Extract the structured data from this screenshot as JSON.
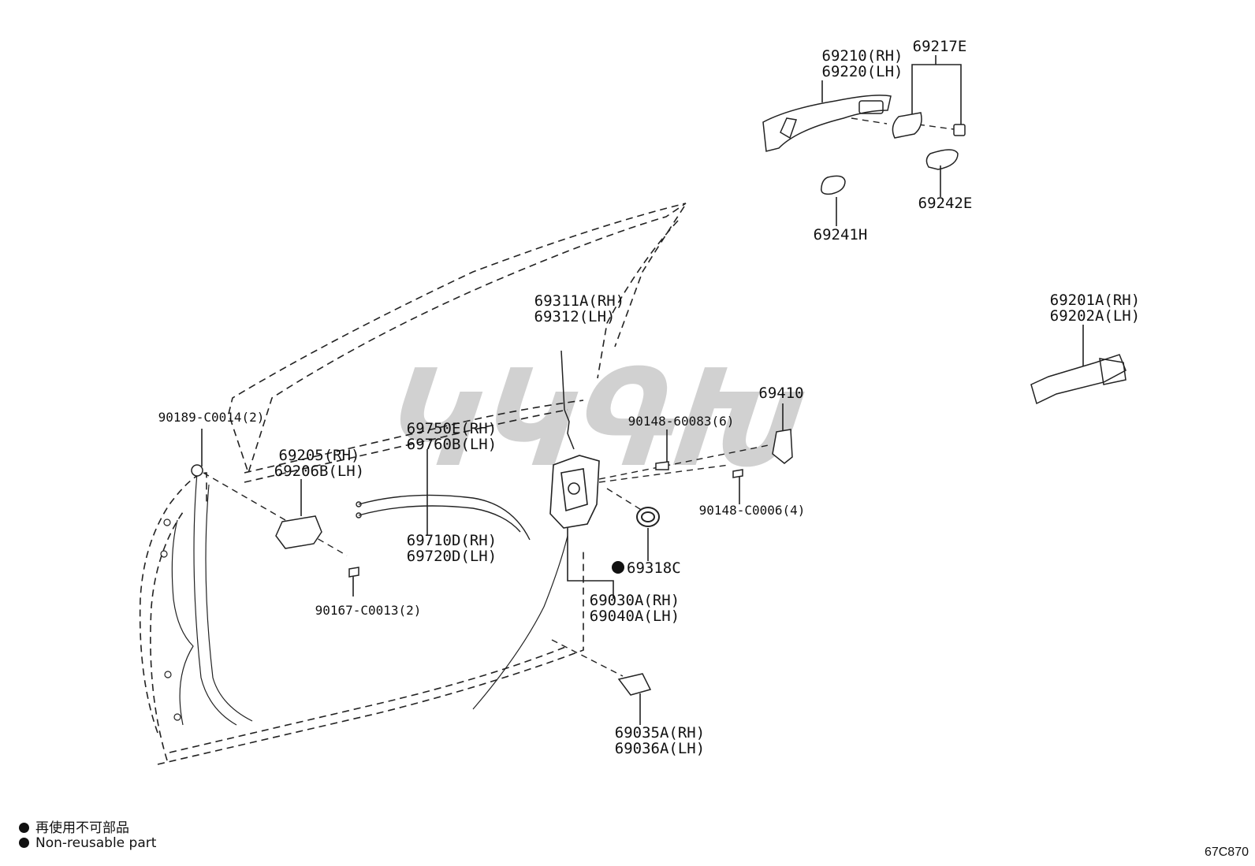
{
  "diagram": {
    "code": "67C870",
    "watermark": "ԿԿԳԽ",
    "legend": [
      {
        "symbol": "filled-circle",
        "text": "再使用不可部品"
      },
      {
        "symbol": "filled-circle",
        "text": "Non-reusable part"
      }
    ],
    "parts": [
      {
        "id": "69210-69220",
        "lines": [
          "69210(RH)",
          "69220(LH)"
        ]
      },
      {
        "id": "69217E",
        "lines": [
          "69217E"
        ]
      },
      {
        "id": "69242E",
        "lines": [
          "69242E"
        ]
      },
      {
        "id": "69241H",
        "lines": [
          "69241H"
        ]
      },
      {
        "id": "69311A-69312",
        "lines": [
          "69311A(RH)",
          "69312(LH)"
        ]
      },
      {
        "id": "69201A-69202A",
        "lines": [
          "69201A(RH)",
          "69202A(LH)"
        ]
      },
      {
        "id": "69410",
        "lines": [
          "69410"
        ]
      },
      {
        "id": "90189-C0014",
        "lines": [
          "90189-C0014(2)"
        ]
      },
      {
        "id": "69750E-69760B",
        "lines": [
          "69750E(RH)",
          "69760B(LH)"
        ]
      },
      {
        "id": "90148-60083",
        "lines": [
          "90148-60083(6)"
        ]
      },
      {
        "id": "69205-69206B",
        "lines": [
          "69205(RH)",
          "69206B(LH)"
        ]
      },
      {
        "id": "90148-C0006",
        "lines": [
          "90148-C0006(4)"
        ]
      },
      {
        "id": "69710D-69720D",
        "lines": [
          "69710D(RH)",
          "69720D(LH)"
        ]
      },
      {
        "id": "69318C",
        "lines": [
          "69318C"
        ],
        "non_reusable": true
      },
      {
        "id": "69030A-69040A",
        "lines": [
          "69030A(RH)",
          "69040A(LH)"
        ]
      },
      {
        "id": "90167-C0013",
        "lines": [
          "90167-C0013(2)"
        ]
      },
      {
        "id": "69035A-69036A",
        "lines": [
          "69035A(RH)",
          "69036A(LH)"
        ]
      }
    ]
  }
}
